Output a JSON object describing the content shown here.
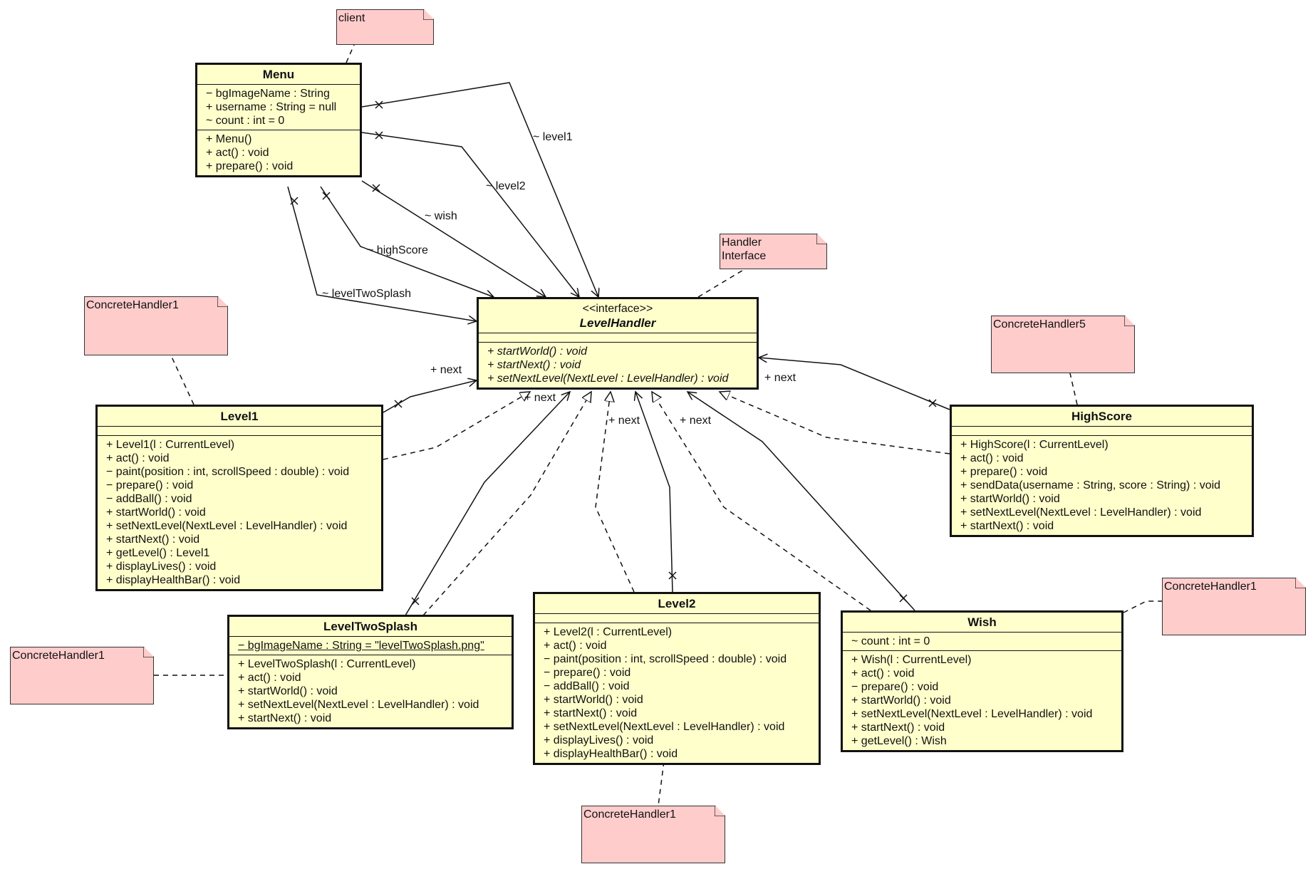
{
  "diagram": {
    "classes": {
      "menu": {
        "name": "Menu",
        "attributes": [
          "− bgImageName : String",
          "+ username : String = null",
          "~ count : int = 0"
        ],
        "operations": [
          "+ Menu()",
          "+ act() : void",
          "+ prepare() : void"
        ]
      },
      "level_handler": {
        "stereotype": "<<interface>>",
        "name": "LevelHandler",
        "attributes": [],
        "operations": [
          "+ startWorld() : void",
          "+ startNext() : void",
          "+ setNextLevel(NextLevel : LevelHandler) : void"
        ]
      },
      "level1": {
        "name": "Level1",
        "attributes": [],
        "operations": [
          "+ Level1(l : CurrentLevel)",
          "+ act() : void",
          "− paint(position : int, scrollSpeed : double) : void",
          "− prepare() : void",
          "− addBall() : void",
          "+ startWorld() : void",
          "+ setNextLevel(NextLevel : LevelHandler) : void",
          "+ startNext() : void",
          "+ getLevel() : Level1",
          "+ displayLives() : void",
          "+ displayHealthBar() : void"
        ]
      },
      "high_score": {
        "name": "HighScore",
        "attributes": [],
        "operations": [
          "+ HighScore(l : CurrentLevel)",
          "+ act() : void",
          "+ prepare() : void",
          "+ sendData(username : String, score : String) : void",
          "+ startWorld() : void",
          "+ setNextLevel(NextLevel : LevelHandler) : void",
          "+ startNext() : void"
        ]
      },
      "level_two_splash": {
        "name": "LevelTwoSplash",
        "attributes": [
          "− bgImageName : String = \"levelTwoSplash.png\""
        ],
        "operations": [
          "+ LevelTwoSplash(l : CurrentLevel)",
          "+ act() : void",
          "+ startWorld() : void",
          "+ setNextLevel(NextLevel : LevelHandler) : void",
          "+ startNext() : void"
        ]
      },
      "level2": {
        "name": "Level2",
        "attributes": [],
        "operations": [
          "+ Level2(l : CurrentLevel)",
          "+ act() : void",
          "− paint(position : int, scrollSpeed : double) : void",
          "− prepare() : void",
          "− addBall() : void",
          "+ startWorld() : void",
          "+ startNext() : void",
          "+ setNextLevel(NextLevel : LevelHandler) : void",
          "+ displayLives() : void",
          "+ displayHealthBar() : void"
        ]
      },
      "wish": {
        "name": "Wish",
        "attributes": [
          "~ count : int = 0"
        ],
        "operations": [
          "+ Wish(l : CurrentLevel)",
          "+ act() : void",
          "− prepare() : void",
          "+ startWorld() : void",
          "+ setNextLevel(NextLevel : LevelHandler) : void",
          "+ startNext() : void",
          "+ getLevel() : Wish"
        ]
      }
    },
    "notes": {
      "client": "client",
      "handler_interface": "Handler\nInterface",
      "ch_level1": "ConcreteHandler1",
      "ch_highscore": "ConcreteHandler5",
      "ch_splash": "ConcreteHandler1",
      "ch_level2": "ConcreteHandler1",
      "ch_wish": "ConcreteHandler1"
    },
    "labels": {
      "level1": "~ level1",
      "level2": "~ level2",
      "wish": "~ wish",
      "high_score": "~ highScore",
      "level_two_splash": "~ levelTwoSplash",
      "next_level1": "+ next",
      "next_splash": "+ next",
      "next_level2": "+ next",
      "next_wish": "+ next",
      "next_highscore": "+ next"
    },
    "colors": {
      "class_fill": "#ffffcc",
      "note_fill": "#ffcccc",
      "line": "#111111"
    }
  }
}
